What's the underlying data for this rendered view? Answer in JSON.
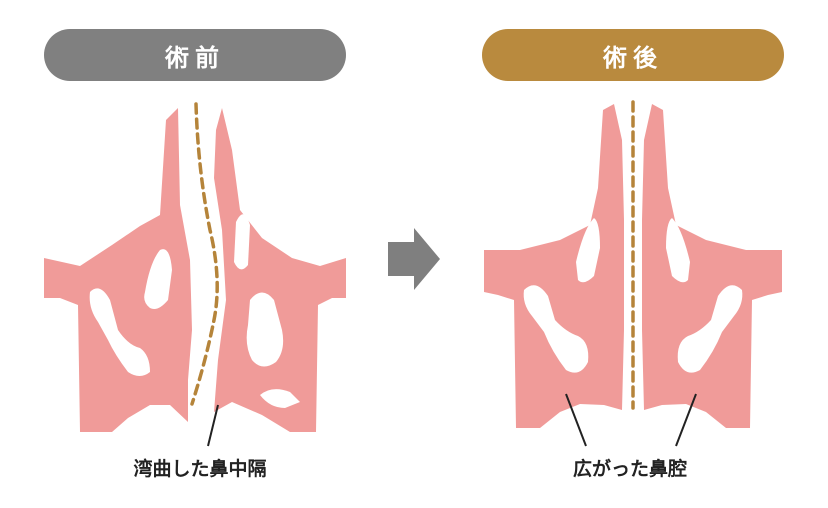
{
  "panels": {
    "before": {
      "title": "術前",
      "caption": "湾曲した鼻中隔"
    },
    "after": {
      "title": "術後",
      "caption": "広がった鼻腔"
    }
  },
  "colors": {
    "before_pill": "#808080",
    "after_pill": "#b98a3e",
    "tissue": "#f09b99",
    "septum_line": "#b5843a",
    "arrow": "#7f7f7f",
    "leader": "#222222"
  },
  "icons": {
    "transition": "arrow-right-icon"
  }
}
